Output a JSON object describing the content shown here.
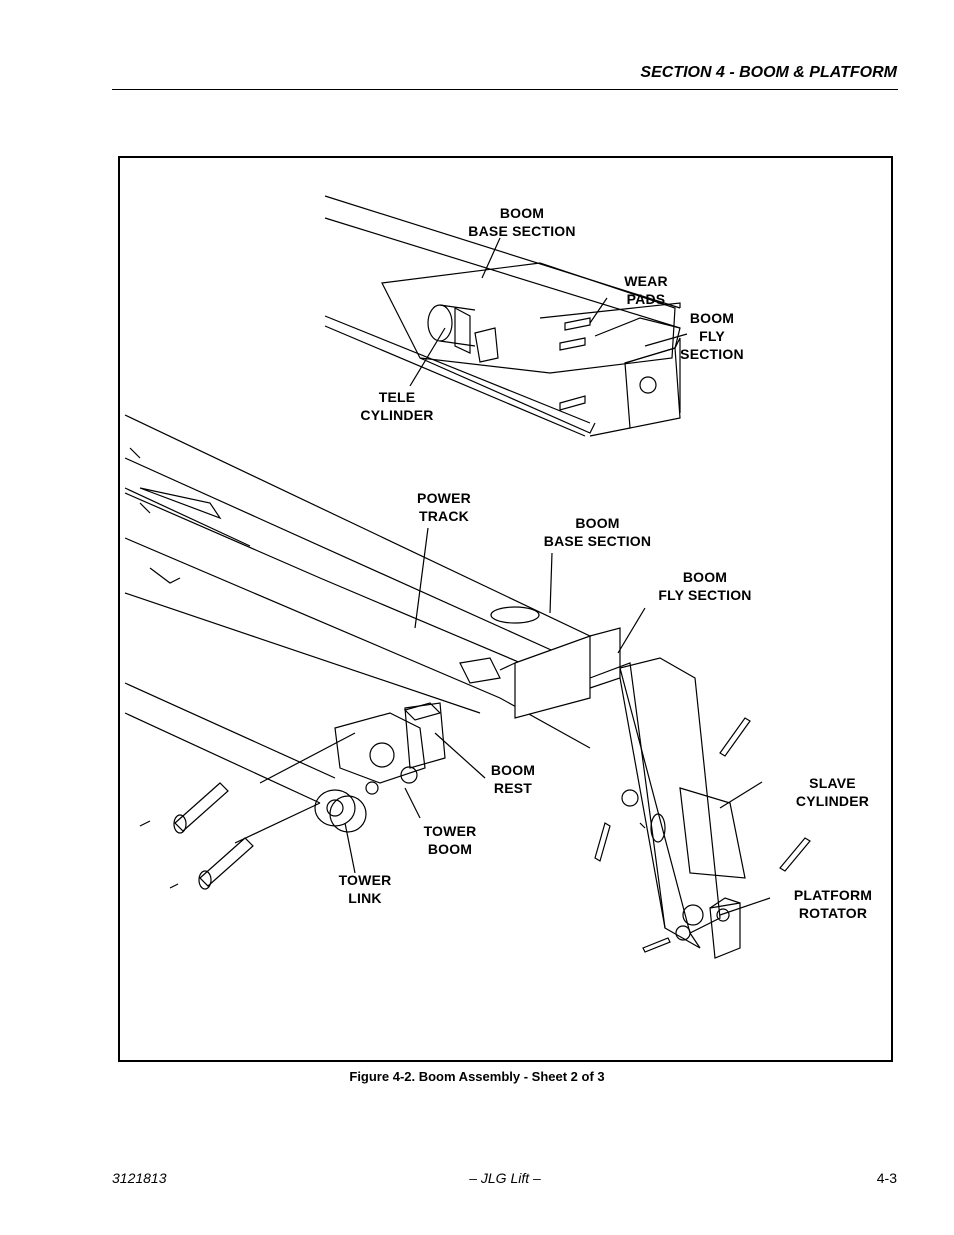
{
  "header": {
    "section_title": "SECTION 4 - BOOM & PLATFORM"
  },
  "figure": {
    "labels": {
      "boom_base_section_top": "BOOM\nBASE SECTION",
      "wear_pads": "WEAR\nPADS",
      "boom_fly_section_top": "BOOM\nFLY\nSECTION",
      "tele_cylinder": "TELE\nCYLINDER",
      "power_track": "POWER\nTRACK",
      "boom_base_section": "BOOM\nBASE SECTION",
      "boom_fly_section": "BOOM\nFLY SECTION",
      "boom_rest": "BOOM\nREST",
      "slave_cylinder": "SLAVE\nCYLINDER",
      "tower_boom": "TOWER\nBOOM",
      "platform_rotator": "PLATFORM\nROTATOR",
      "tower_link": "TOWER\nLINK"
    },
    "caption": "Figure 4-2.  Boom Assembly - Sheet 2 of 3"
  },
  "footer": {
    "doc_number": "3121813",
    "company": "– JLG Lift –",
    "page_number": "4-3"
  }
}
